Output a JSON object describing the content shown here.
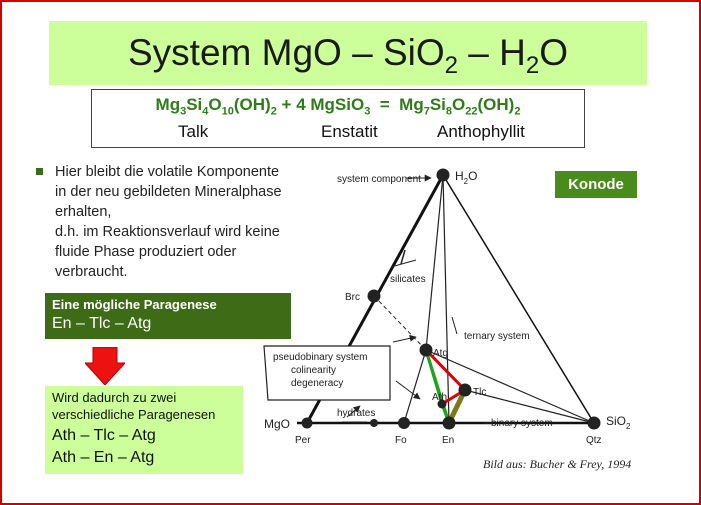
{
  "title": {
    "prefix": "System MgO – SiO",
    "sub1": "2",
    "mid": " – H",
    "sub2": "2",
    "suffix": "O"
  },
  "equation": {
    "parts": [
      {
        "t": "Mg"
      },
      {
        "s": "3"
      },
      {
        "t": "Si"
      },
      {
        "s": "4"
      },
      {
        "t": "O"
      },
      {
        "s": "10"
      },
      {
        "t": "(OH)"
      },
      {
        "s": "2"
      },
      {
        "t": " + 4 MgSiO"
      },
      {
        "s": "3"
      },
      {
        "t": "  =  Mg"
      },
      {
        "s": "7"
      },
      {
        "t": "Si"
      },
      {
        "s": "8"
      },
      {
        "t": "O"
      },
      {
        "s": "22"
      },
      {
        "t": "(OH)"
      },
      {
        "s": "2"
      }
    ],
    "names": [
      "Talk",
      "Enstatit",
      "Anthophyllit"
    ]
  },
  "bullet_lines": [
    "Hier bleibt die volatile Komponente",
    "in der neu gebildeten Mineralphase",
    "erhalten,",
    "d.h. im Reaktionsverlauf wird keine",
    "fluide Phase produziert oder",
    "verbraucht."
  ],
  "paragenesis": {
    "heading": "Eine mögliche Paragenese",
    "value": "En – Tlc – Atg"
  },
  "result": {
    "heading_line1": "Wird dadurch zu zwei",
    "heading_line2": "verschiedliche Paragenesen",
    "option1": "Ath – Tlc – Atg",
    "option2": "Ath – En – Atg"
  },
  "konode_label": "Konode",
  "credit": "Bild aus: Bucher & Frey, 1994",
  "diagram": {
    "system_component": "system component",
    "vertex_top": "H",
    "vertex_top_sub": "2",
    "vertex_top_suffix": "O",
    "vertex_left": "MgO",
    "vertex_right": "SiO",
    "vertex_right_sub": "2",
    "silicates": "silicates",
    "ternary_system": "ternary system",
    "binary_system": "binary system",
    "hydrates": "hydrates",
    "pseudobinary_lines": [
      "pseudobinary system",
      "colinearity",
      "degeneracy"
    ],
    "minerals": {
      "brc": "Brc",
      "atg": "Atg",
      "tlc": "Tlc",
      "ath": "Ath",
      "per": "Per",
      "fo": "Fo",
      "en": "En",
      "qtz": "Qtz"
    },
    "colors": {
      "konode_red": "#e00000",
      "konode_green": "#1fa21f",
      "konode_olive": "#7a7a10"
    }
  }
}
